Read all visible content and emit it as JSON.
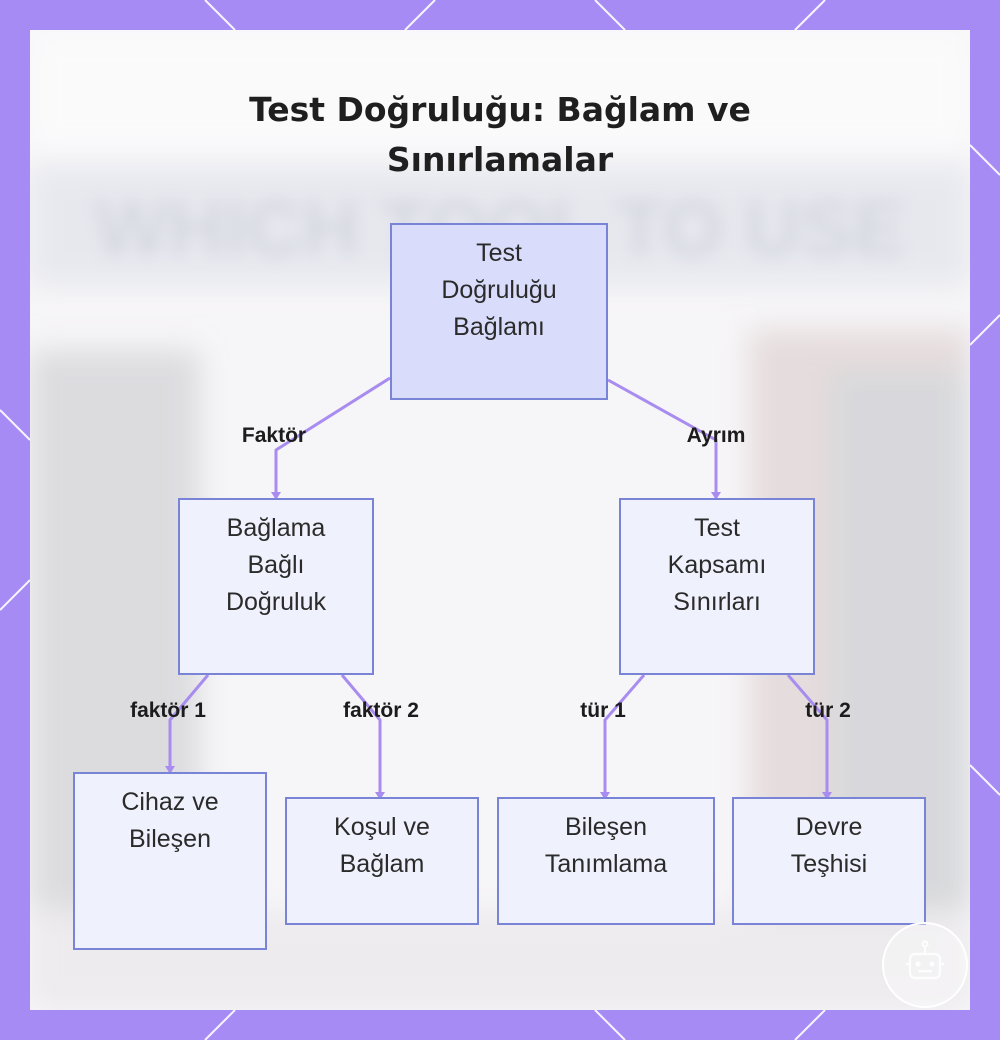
{
  "title": {
    "line1": "Test Doğruluğu: Bağlam ve",
    "line2": "Sınırlamalar"
  },
  "background": {
    "watermark_top": "WHICH TOOL TO USE"
  },
  "nodes": {
    "root": [
      "Test",
      "Doğruluğu",
      "Bağlamı"
    ],
    "left": [
      "Bağlama",
      "Bağlı",
      "Doğruluk"
    ],
    "right": [
      "Test",
      "Kapsamı",
      "Sınırları"
    ],
    "leaf1": [
      "Cihaz ve",
      "Bileşen"
    ],
    "leaf2": [
      "Koşul ve",
      "Bağlam"
    ],
    "leaf3": [
      "Bileşen",
      "Tanımlama"
    ],
    "leaf4": [
      "Devre",
      "Teşhisi"
    ]
  },
  "edges": {
    "root_left": "Faktör",
    "root_right": "Ayrım",
    "left_leaf1": "faktör 1",
    "left_leaf2": "faktör 2",
    "right_leaf3": "tür 1",
    "right_leaf4": "tür 2"
  },
  "colors": {
    "frame": "#a78bf5",
    "connector": "#a98cf0",
    "node_border": "#7a84d6",
    "root_fill": "#d9dcfa",
    "node_fill": "#eff1fc"
  },
  "badge_icon": "robot-icon"
}
